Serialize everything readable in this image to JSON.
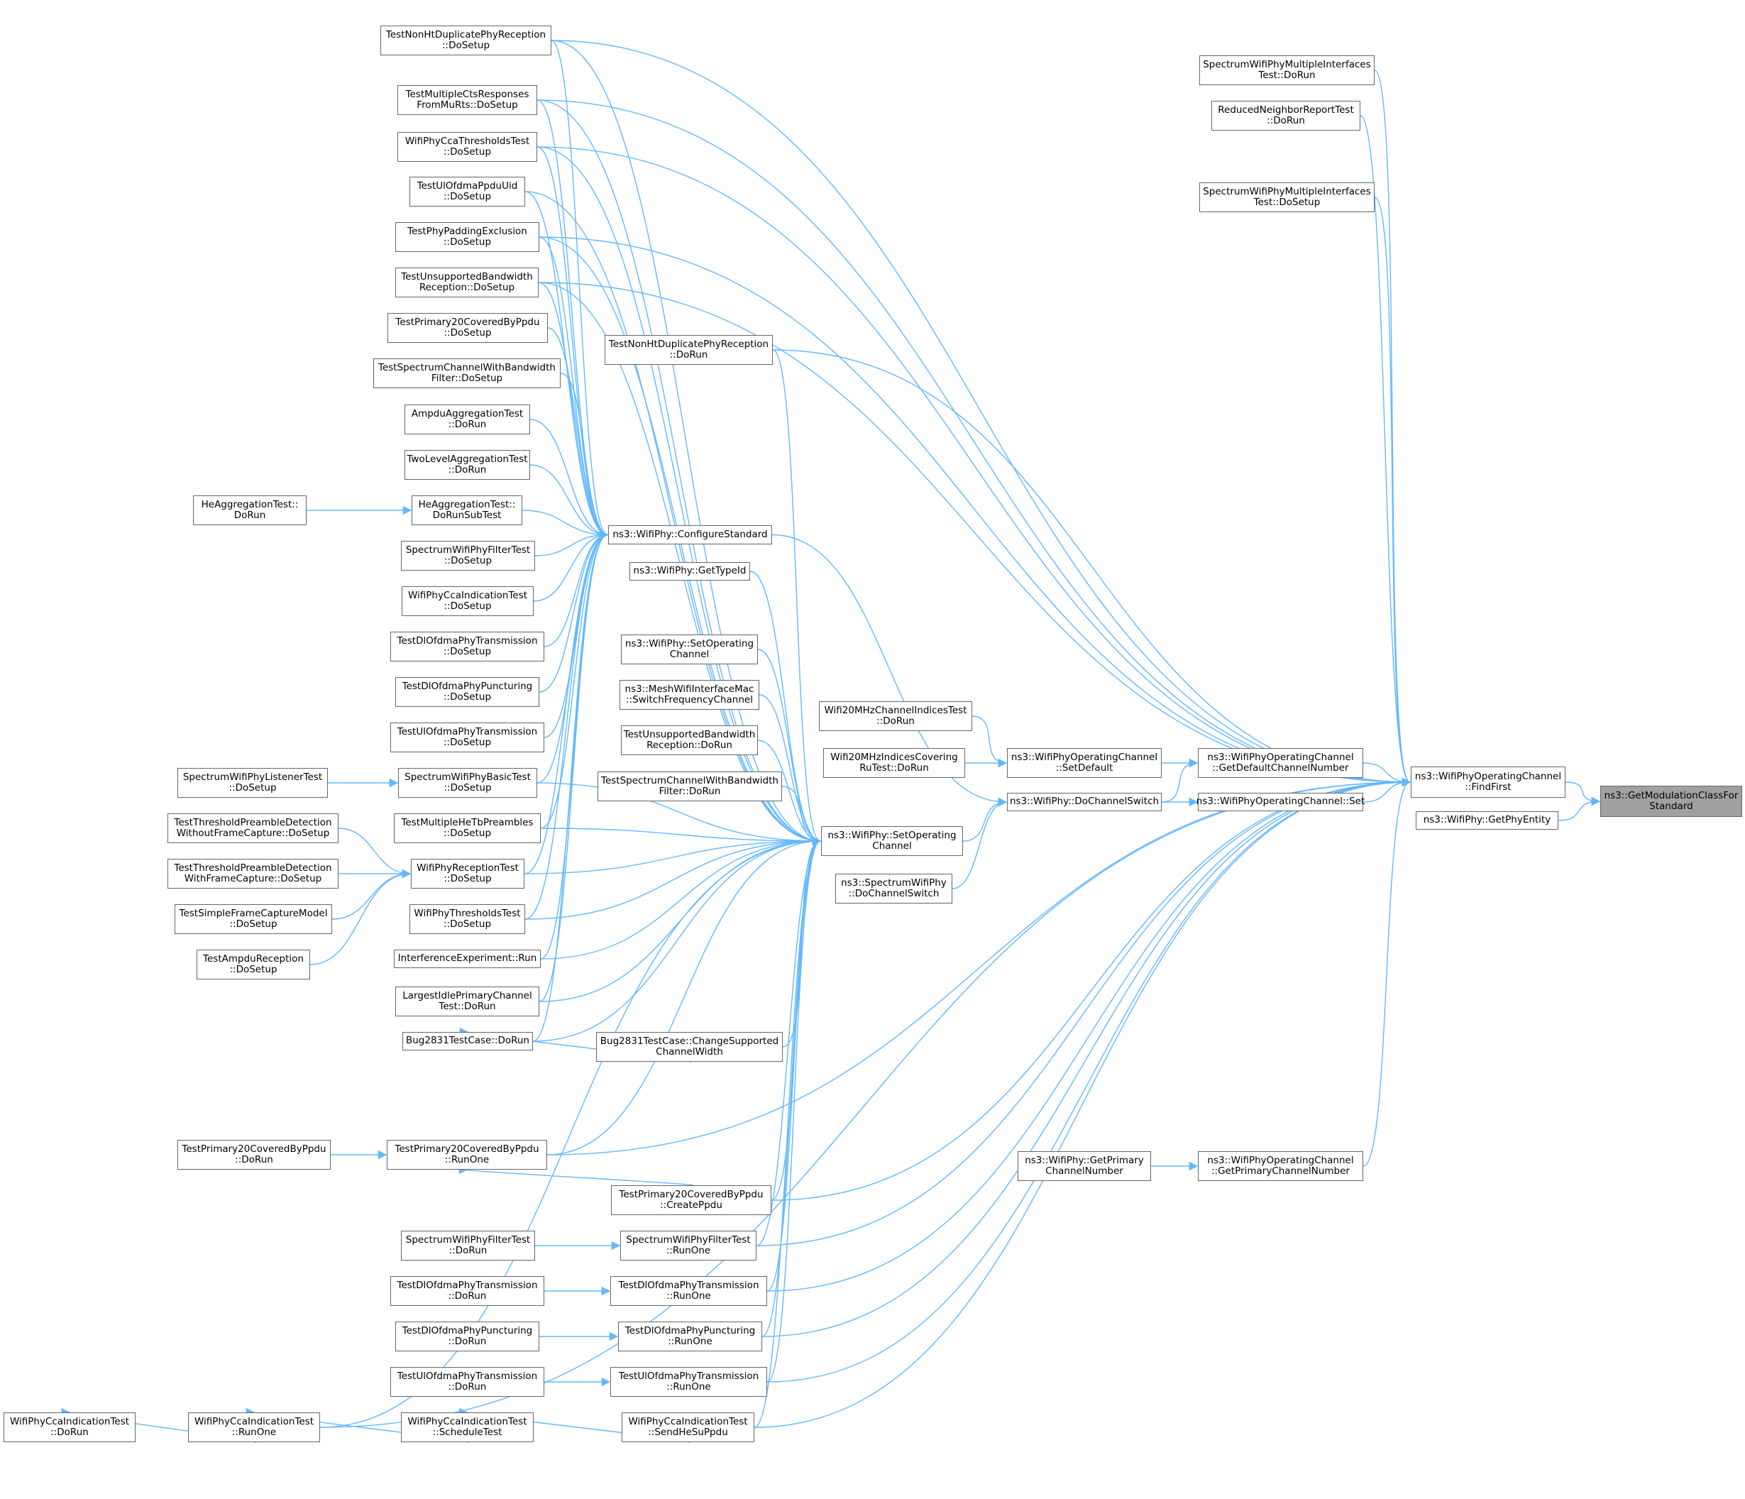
{
  "colors": {
    "edge": "#63b8ff",
    "node_border": "#666666",
    "root_fill": "#a0a0a0"
  },
  "nodes": {
    "root": [
      "ns3::GetModulationClassFor",
      "Standard"
    ],
    "findfirst": [
      "ns3::WifiPhyOperatingChannel",
      "::FindFirst"
    ],
    "getphyentity": [
      "ns3::WifiPhy::GetPhyEntity"
    ],
    "smi_dorun": [
      "SpectrumWifiPhyMultipleInterfaces",
      "Test::DoRun"
    ],
    "rnr_dorun": [
      "ReducedNeighborReportTest",
      "::DoRun"
    ],
    "smi_dosetup": [
      "SpectrumWifiPhyMultipleInterfaces",
      "Test::DoSetup"
    ],
    "getdefault": [
      "ns3::WifiPhyOperatingChannel",
      "::GetDefaultChannelNumber"
    ],
    "setoc": [
      "ns3::WifiPhyOperatingChannel::Set"
    ],
    "getprimary": [
      "ns3::WifiPhyOperatingChannel",
      "::GetPrimaryChannelNumber"
    ],
    "wifiphy_getprimary": [
      "ns3::WifiPhy::GetPrimary",
      "ChannelNumber"
    ],
    "setdefault": [
      "ns3::WifiPhyOperatingChannel",
      "::SetDefault"
    ],
    "dochannelswitch": [
      "ns3::WifiPhy::DoChannelSwitch"
    ],
    "w20_dorun": [
      "Wifi20MHzChannelIndicesTest",
      "::DoRun"
    ],
    "w20ru_dorun": [
      "Wifi20MHzIndicesCovering",
      "RuTest::DoRun"
    ],
    "spectrum_dcs": [
      "ns3::SpectrumWifiPhy",
      "::DoChannelSwitch"
    ],
    "configstd": [
      "ns3::WifiPhy::ConfigureStandard"
    ],
    "gettypeid": [
      "ns3::WifiPhy::GetTypeId"
    ],
    "setopchan_small": [
      "ns3::WifiPhy::SetOperating",
      "Channel"
    ],
    "mesh": [
      "ns3::MeshWifiInterfaceMac",
      "::SwitchFrequencyChannel"
    ],
    "tub_dorun": [
      "TestUnsupportedBandwidth",
      "Reception::DoRun"
    ],
    "tscwb_dorun": [
      "TestSpectrumChannelWithBandwidth",
      "Filter::DoRun"
    ],
    "setopchan": [
      "ns3::WifiPhy::SetOperating",
      "Channel"
    ],
    "bug_change": [
      "Bug2831TestCase::ChangeSupported",
      "ChannelWidth"
    ],
    "tnht_dorun": [
      "TestNonHtDuplicatePhyReception",
      "::DoRun"
    ],
    "tnht_dosetup": [
      "TestNonHtDuplicatePhyReception",
      "::DoSetup"
    ],
    "tmcts": [
      "TestMultipleCtsResponses",
      "FromMuRts::DoSetup"
    ],
    "wcca_thr": [
      "WifiPhyCcaThresholdsTest",
      "::DoSetup"
    ],
    "tulppdu": [
      "TestUlOfdmaPpduUid",
      "::DoSetup"
    ],
    "tpad": [
      "TestPhyPaddingExclusion",
      "::DoSetup"
    ],
    "tub_dosetup": [
      "TestUnsupportedBandwidth",
      "Reception::DoSetup"
    ],
    "tp20_dosetup": [
      "TestPrimary20CoveredByPpdu",
      "::DoSetup"
    ],
    "tscwb_dosetup": [
      "TestSpectrumChannelWithBandwidth",
      "Filter::DoSetup"
    ],
    "ampdu_agg": [
      "AmpduAggregationTest",
      "::DoRun"
    ],
    "twolevel": [
      "TwoLevelAggregationTest",
      "::DoRun"
    ],
    "heagg_sub": [
      "HeAggregationTest::",
      "DoRunSubTest"
    ],
    "heagg": [
      "HeAggregationTest::",
      "DoRun"
    ],
    "swpf_dosetup": [
      "SpectrumWifiPhyFilterTest",
      "::DoSetup"
    ],
    "wcca_ind_dosetup": [
      "WifiPhyCcaIndicationTest",
      "::DoSetup"
    ],
    "tdl_tx_dosetup": [
      "TestDlOfdmaPhyTransmission",
      "::DoSetup"
    ],
    "tdl_punc_dosetup": [
      "TestDlOfdmaPhyPuncturing",
      "::DoSetup"
    ],
    "tul_tx_dosetup": [
      "TestUlOfdmaPhyTransmission",
      "::DoSetup"
    ],
    "swpb": [
      "SpectrumWifiPhyBasicTest",
      "::DoSetup"
    ],
    "swpl": [
      "SpectrumWifiPhyListenerTest",
      "::DoSetup"
    ],
    "tmhe": [
      "TestMultipleHeTbPreambles",
      "::DoSetup"
    ],
    "wpr": [
      "WifiPhyReceptionTest",
      "::DoSetup"
    ],
    "ttpd_wo": [
      "TestThresholdPreambleDetection",
      "WithoutFrameCapture::DoSetup"
    ],
    "ttpd_w": [
      "TestThresholdPreambleDetection",
      "WithFrameCapture::DoSetup"
    ],
    "tsfc": [
      "TestSimpleFrameCaptureModel",
      "::DoSetup"
    ],
    "tampdu": [
      "TestAmpduReception",
      "::DoSetup"
    ],
    "wpth": [
      "WifiPhyThresholdsTest",
      "::DoSetup"
    ],
    "interf": [
      "InterferenceExperiment::Run"
    ],
    "lipc": [
      "LargestIdlePrimaryChannel",
      "Test::DoRun"
    ],
    "bug_dorun": [
      "Bug2831TestCase::DoRun"
    ],
    "tp20_runone": [
      "TestPrimary20CoveredByPpdu",
      "::RunOne"
    ],
    "tp20_dorun": [
      "TestPrimary20CoveredByPpdu",
      "::DoRun"
    ],
    "tp20_create": [
      "TestPrimary20CoveredByPpdu",
      "::CreatePpdu"
    ],
    "swpf_runone": [
      "SpectrumWifiPhyFilterTest",
      "::RunOne"
    ],
    "swpf_dorun": [
      "SpectrumWifiPhyFilterTest",
      "::DoRun"
    ],
    "tdl_tx_runone": [
      "TestDlOfdmaPhyTransmission",
      "::RunOne"
    ],
    "tdl_tx_dorun": [
      "TestDlOfdmaPhyTransmission",
      "::DoRun"
    ],
    "tdl_punc_runone": [
      "TestDlOfdmaPhyPuncturing",
      "::RunOne"
    ],
    "tdl_punc_dorun": [
      "TestDlOfdmaPhyPuncturing",
      "::DoRun"
    ],
    "tul_tx_runone": [
      "TestUlOfdmaPhyTransmission",
      "::RunOne"
    ],
    "tul_tx_dorun": [
      "TestUlOfdmaPhyTransmission",
      "::DoRun"
    ],
    "wcca_ind_send": [
      "WifiPhyCcaIndicationTest",
      "::SendHeSuPpdu"
    ],
    "wcca_ind_sched": [
      "WifiPhyCcaIndicationTest",
      "::ScheduleTest"
    ],
    "wcca_ind_runone": [
      "WifiPhyCcaIndicationTest",
      "::RunOne"
    ],
    "wcca_ind_dorun": [
      "WifiPhyCcaIndicationTest",
      "::DoRun"
    ]
  },
  "edges": [
    [
      "findfirst",
      "root"
    ],
    [
      "getphyentity",
      "root"
    ],
    [
      "getdefault",
      "findfirst"
    ],
    [
      "setoc",
      "findfirst"
    ],
    [
      "getprimary",
      "findfirst"
    ],
    [
      "smi_dorun",
      "findfirst"
    ],
    [
      "rnr_dorun",
      "findfirst"
    ],
    [
      "smi_dosetup",
      "findfirst"
    ],
    [
      "tnht_dosetup",
      "findfirst"
    ],
    [
      "tmcts",
      "findfirst"
    ],
    [
      "wcca_thr",
      "findfirst"
    ],
    [
      "tpad",
      "findfirst"
    ],
    [
      "tnht_dorun",
      "findfirst"
    ],
    [
      "tub_dosetup",
      "findfirst"
    ],
    [
      "tp20_runone",
      "findfirst"
    ],
    [
      "tp20_create",
      "findfirst"
    ],
    [
      "swpf_runone",
      "findfirst"
    ],
    [
      "tdl_tx_runone",
      "findfirst"
    ],
    [
      "tdl_punc_runone",
      "findfirst"
    ],
    [
      "tul_tx_runone",
      "findfirst"
    ],
    [
      "wcca_ind_send",
      "findfirst"
    ],
    [
      "wcca_ind_runone",
      "findfirst"
    ],
    [
      "setdefault",
      "getdefault"
    ],
    [
      "dochannelswitch",
      "getdefault"
    ],
    [
      "dochannelswitch",
      "setoc"
    ],
    [
      "wifiphy_getprimary",
      "getprimary"
    ],
    [
      "w20_dorun",
      "setdefault"
    ],
    [
      "w20ru_dorun",
      "setdefault"
    ],
    [
      "setopchan",
      "dochannelswitch"
    ],
    [
      "spectrum_dcs",
      "dochannelswitch"
    ],
    [
      "configstd",
      "dochannelswitch"
    ],
    [
      "tnht_dosetup",
      "configstd"
    ],
    [
      "tmcts",
      "configstd"
    ],
    [
      "wcca_thr",
      "configstd"
    ],
    [
      "tulppdu",
      "configstd"
    ],
    [
      "tpad",
      "configstd"
    ],
    [
      "tub_dosetup",
      "configstd"
    ],
    [
      "tp20_dosetup",
      "configstd"
    ],
    [
      "tscwb_dosetup",
      "configstd"
    ],
    [
      "ampdu_agg",
      "configstd"
    ],
    [
      "twolevel",
      "configstd"
    ],
    [
      "heagg_sub",
      "configstd"
    ],
    [
      "swpf_dosetup",
      "configstd"
    ],
    [
      "wcca_ind_dosetup",
      "configstd"
    ],
    [
      "tdl_tx_dosetup",
      "configstd"
    ],
    [
      "tdl_punc_dosetup",
      "configstd"
    ],
    [
      "tul_tx_dosetup",
      "configstd"
    ],
    [
      "swpb",
      "configstd"
    ],
    [
      "tmhe",
      "configstd"
    ],
    [
      "wpr",
      "configstd"
    ],
    [
      "wpth",
      "configstd"
    ],
    [
      "interf",
      "configstd"
    ],
    [
      "lipc",
      "configstd"
    ],
    [
      "bug_dorun",
      "configstd"
    ],
    [
      "tnht_dosetup",
      "setopchan"
    ],
    [
      "tmcts",
      "setopchan"
    ],
    [
      "wcca_thr",
      "setopchan"
    ],
    [
      "tulppdu",
      "setopchan"
    ],
    [
      "tpad",
      "setopchan"
    ],
    [
      "tub_dosetup",
      "setopchan"
    ],
    [
      "gettypeid",
      "setopchan"
    ],
    [
      "setopchan_small",
      "setopchan"
    ],
    [
      "mesh",
      "setopchan"
    ],
    [
      "tub_dorun",
      "setopchan"
    ],
    [
      "tscwb_dorun",
      "setopchan"
    ],
    [
      "tnht_dorun",
      "setopchan"
    ],
    [
      "tmhe",
      "setopchan"
    ],
    [
      "wpr",
      "setopchan"
    ],
    [
      "wpth",
      "setopchan"
    ],
    [
      "interf",
      "setopchan"
    ],
    [
      "lipc",
      "setopchan"
    ],
    [
      "bug_dorun",
      "setopchan"
    ],
    [
      "bug_change",
      "setopchan"
    ],
    [
      "tp20_runone",
      "setopchan"
    ],
    [
      "tp20_create",
      "setopchan"
    ],
    [
      "swpf_runone",
      "setopchan"
    ],
    [
      "tdl_tx_runone",
      "setopchan"
    ],
    [
      "tdl_punc_runone",
      "setopchan"
    ],
    [
      "tul_tx_runone",
      "setopchan"
    ],
    [
      "wcca_ind_send",
      "setopchan"
    ],
    [
      "wcca_ind_runone",
      "setopchan"
    ],
    [
      "swpb",
      "setopchan"
    ],
    [
      "heagg",
      "heagg_sub"
    ],
    [
      "swpl",
      "swpb"
    ],
    [
      "ttpd_wo",
      "wpr"
    ],
    [
      "ttpd_w",
      "wpr"
    ],
    [
      "tsfc",
      "wpr"
    ],
    [
      "tampdu",
      "wpr"
    ],
    [
      "bug_change",
      "bug_dorun"
    ],
    [
      "tp20_dorun",
      "tp20_runone"
    ],
    [
      "tp20_create",
      "tp20_runone"
    ],
    [
      "swpf_dorun",
      "swpf_runone"
    ],
    [
      "tdl_tx_dorun",
      "tdl_tx_runone"
    ],
    [
      "tdl_punc_dorun",
      "tdl_punc_runone"
    ],
    [
      "tul_tx_dorun",
      "tul_tx_runone"
    ],
    [
      "wcca_ind_send",
      "wcca_ind_sched"
    ],
    [
      "wcca_ind_sched",
      "wcca_ind_runone"
    ],
    [
      "wcca_ind_runone",
      "wcca_ind_dorun"
    ]
  ]
}
